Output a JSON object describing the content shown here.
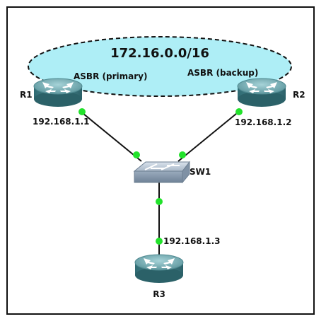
{
  "colors": {
    "frame": "#111111",
    "cloud_fill": "#aeeef6",
    "cloud_stroke": "#111111",
    "link": "#111111",
    "link_dot": "#22e22b",
    "router_body": "#3f7f86",
    "router_top": "#77aeb6",
    "switch_body": "#8c9fb3"
  },
  "cloud": {
    "network_label": "172.16.0.0/16",
    "asbr_primary_label": "ASBR (primary)",
    "asbr_backup_label": "ASBR (backup)"
  },
  "nodes": {
    "r1": {
      "name": "R1",
      "ip": "192.168.1.1",
      "icon": "router-icon"
    },
    "r2": {
      "name": "R2",
      "ip": "192.168.1.2",
      "icon": "router-icon"
    },
    "r3": {
      "name": "R3",
      "ip": "192.168.1.3",
      "icon": "router-icon"
    },
    "sw1": {
      "name": "SW1",
      "icon": "switch-icon"
    }
  }
}
